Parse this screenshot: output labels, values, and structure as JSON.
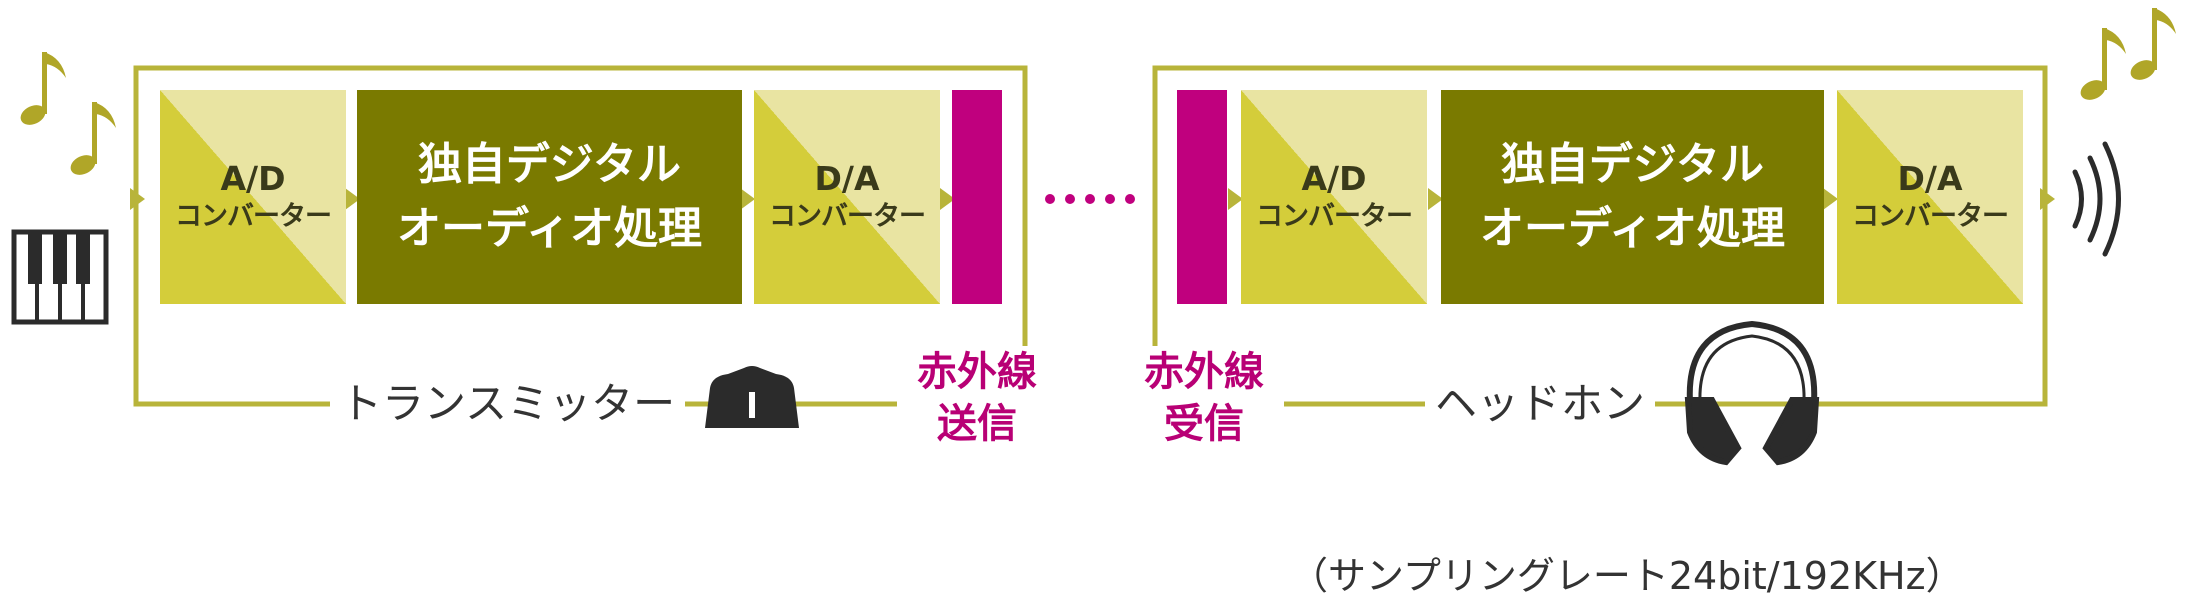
{
  "transmitter": {
    "ad": {
      "line1": "A/D",
      "line2": "コンバーター"
    },
    "dsp": {
      "line1": "独自デジタル",
      "line2": "オーディオ処理"
    },
    "da": {
      "line1": "D/A",
      "line2": "コンバーター"
    },
    "ir_label": {
      "line1": "赤外線",
      "line2": "送信"
    },
    "label": "トランスミッター"
  },
  "receiver": {
    "ad": {
      "line1": "A/D",
      "line2": "コンバーター"
    },
    "dsp": {
      "line1": "独自デジタル",
      "line2": "オーディオ処理"
    },
    "da": {
      "line1": "D/A",
      "line2": "コンバーター"
    },
    "ir_label": {
      "line1": "赤外線",
      "line2": "受信"
    },
    "label": "ヘッドホン"
  },
  "note": "（サンプリングレート24bit/192KHz）",
  "colors": {
    "frame": "#b8b43a",
    "converter_light": "#e9e4a2",
    "converter_dark": "#d4cd3a",
    "dsp": "#7a7a00",
    "infrared": "#c0007e",
    "music_note": "#b0a628",
    "icon": "#2b2b2b"
  },
  "icons": [
    "music-note-icon",
    "piano-keyboard-icon",
    "transmitter-device-icon",
    "headphones-icon",
    "sound-wave-icon"
  ]
}
